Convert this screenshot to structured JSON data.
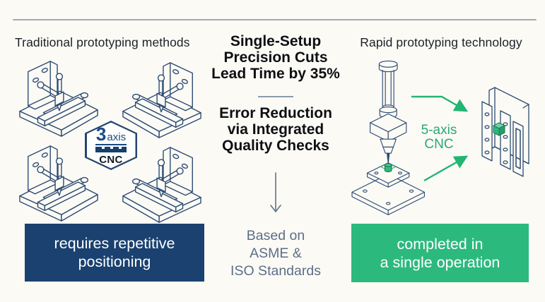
{
  "left": {
    "heading": "Traditional prototyping methods",
    "badge": {
      "number": "3",
      "unit": "axis",
      "label": "CNC"
    },
    "result_lines": [
      "requires repetitive",
      "positioning"
    ]
  },
  "center": {
    "stat_lines": [
      "Single-Setup",
      "Precision Cuts",
      "Lead Time by 35%"
    ],
    "benefit_lines": [
      "Error Reduction",
      "via Integrated",
      "Quality Checks"
    ],
    "source_lines": [
      "Based on",
      "ASME &",
      "ISO Standards"
    ]
  },
  "right": {
    "heading": "Rapid prototyping technology",
    "label_lines": [
      "5-axis",
      "CNC"
    ],
    "result_lines": [
      "completed in",
      "a single operation"
    ]
  },
  "colors": {
    "background": "#fcfaf5",
    "navy_box": "#1a416f",
    "green_box": "#2cb97e",
    "accent_green_text": "#29a87a",
    "arrow_green": "#22b573",
    "illustration_line": "#2b4a72",
    "source_text": "#5b6f88",
    "top_rule": "#9aaab8"
  }
}
